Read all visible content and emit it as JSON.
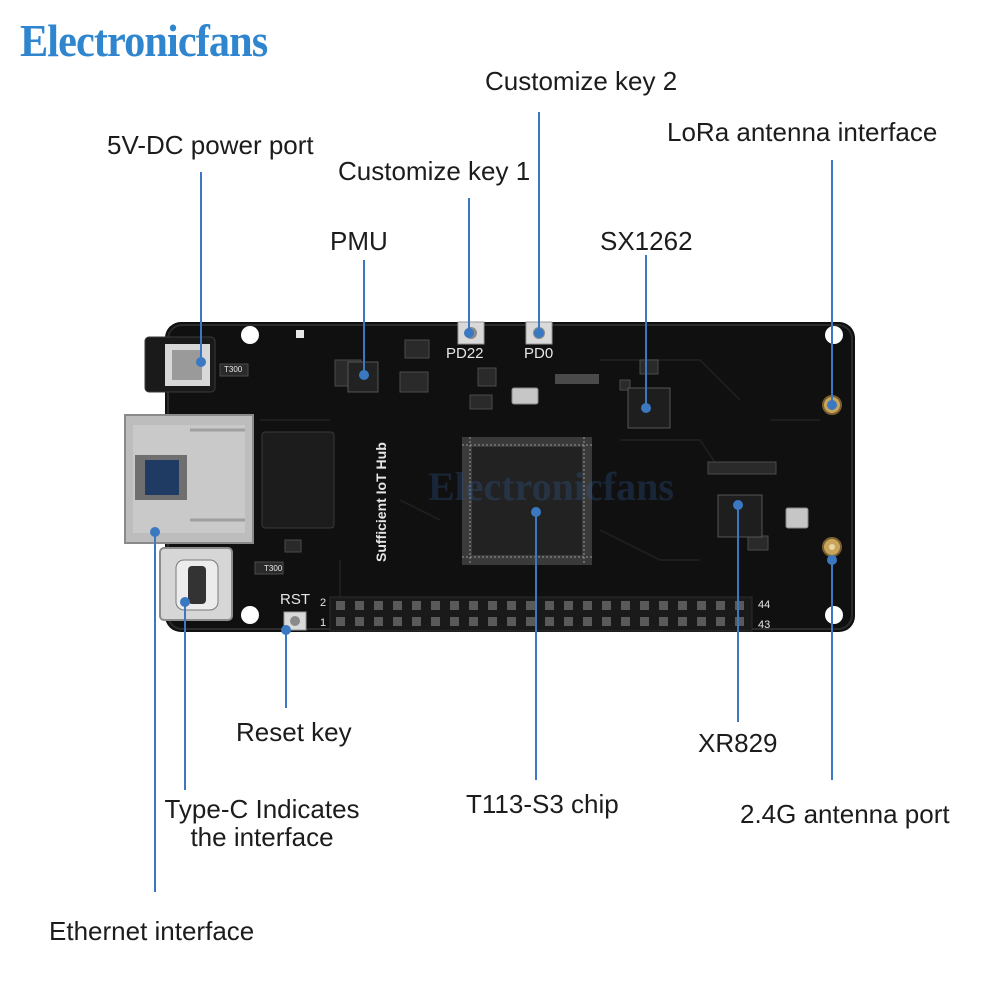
{
  "brand": "Electronicfans",
  "watermark": "Electronicfans",
  "labels": {
    "power": "5V-DC power port",
    "key1": "Customize key 1",
    "key2": "Customize key 2",
    "pmu": "PMU",
    "sx": "SX1262",
    "lora": "LoRa antenna interface",
    "reset": "Reset key",
    "typec_line1": "Type-C Indicates",
    "typec_line2": "the interface",
    "chip": "T113-S3 chip",
    "xr": "XR829",
    "ant24": "2.4G antenna port",
    "eth": "Ethernet interface"
  },
  "silkscreen": {
    "board_name": "Sufficient IoT Hub",
    "pd22": "PD22",
    "pd0": "PD0",
    "rst": "RST",
    "pin2": "2",
    "pin1": "1",
    "pin44": "44",
    "pin43": "43",
    "t300a": "T300",
    "t300b": "T300"
  },
  "colors": {
    "accent": "#2f86cf",
    "leader_line": "#3a78c2",
    "board": "#101010"
  }
}
